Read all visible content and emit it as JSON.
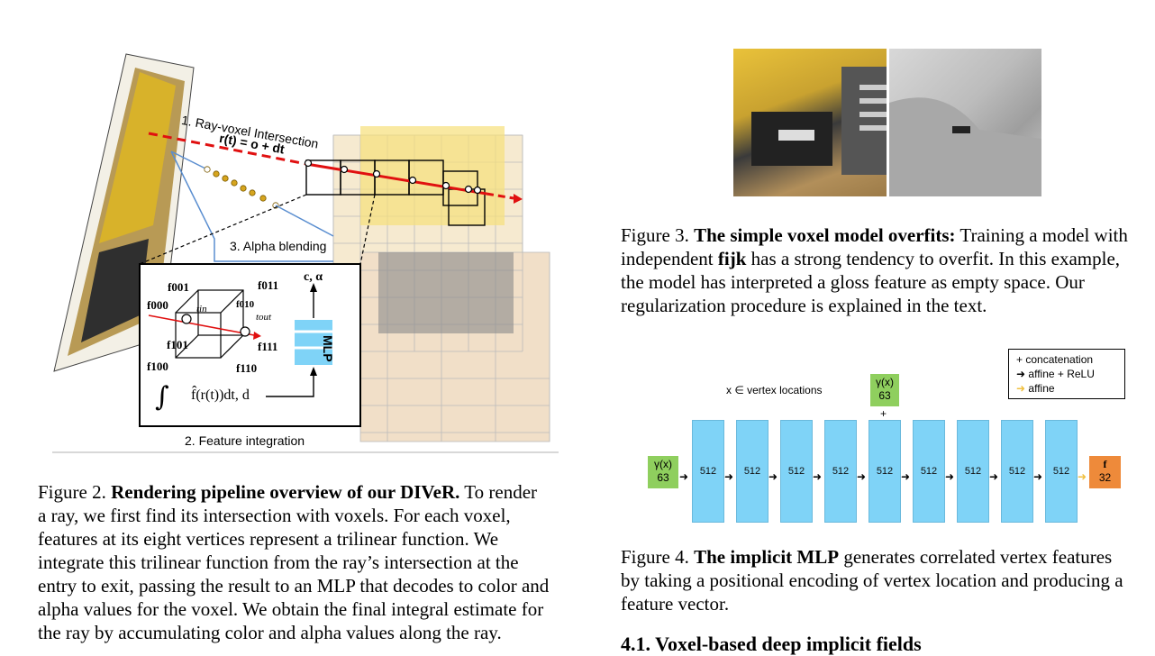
{
  "fig2": {
    "label_1": "1. Ray-voxel Intersection",
    "label_ray_eq": "r(t) = o + dt",
    "label_3": "3. Alpha blending",
    "label_2": "2. Feature integration",
    "f000": "f000",
    "f001": "f001",
    "f011": "f011",
    "f010": "f010",
    "f101": "f101",
    "f111": "f111",
    "f100": "f100",
    "f110": "f110",
    "t_in": "tin",
    "t_out": "tout",
    "c_alpha": "c, α",
    "mlp": "MLP",
    "integral": "f̂(r(t))dt, d",
    "caption_label": "Figure 2.",
    "caption_bold": "Rendering pipeline overview of our DIVeR.",
    "caption_lines": [
      "To render",
      "a ray, we first find its intersection with voxels.  For each voxel,",
      "features at its eight vertices represent a trilinear function.  We",
      "integrate this trilinear function from the ray’s intersection at the",
      "entry to exit, passing the result to an MLP that decodes to color and",
      "alpha values for the voxel. We obtain the final integral estimate for",
      "the ray by accumulating color and alpha values along the ray."
    ]
  },
  "fig3": {
    "caption_label": "Figure 3.",
    "caption_bold": "The simple voxel model overfits:",
    "caption_lines": [
      "Training a model with",
      "has a strong tendency to overfit. In this example,",
      "the model has interpreted a gloss feature as empty space.  Our",
      "regularization procedure is explained in the text."
    ],
    "independent": "independent",
    "f_ijk": "fijk"
  },
  "fig4": {
    "legend": [
      "+ concatenation",
      "affine + ReLU",
      "affine"
    ],
    "vertex_label": "x ∈ vertex locations",
    "gamma": "γ(x)",
    "gamma_dim": "63",
    "plus": "+",
    "layer_width": "512",
    "out_label": "f",
    "out_dim": "32",
    "caption_label": "Figure 4.",
    "caption_bold": "The implicit MLP",
    "caption_lines": [
      "generates correlated vertex features",
      "by taking a positional encoding of vertex location and producing a",
      "feature vector."
    ],
    "section_heading": "4.1. Voxel-based deep implicit fields"
  },
  "colors": {
    "mlp_block": "#7fd3f7",
    "gamma_box": "#8fcf5e",
    "out_box": "#ee8a3a",
    "ray": "#e01010"
  }
}
